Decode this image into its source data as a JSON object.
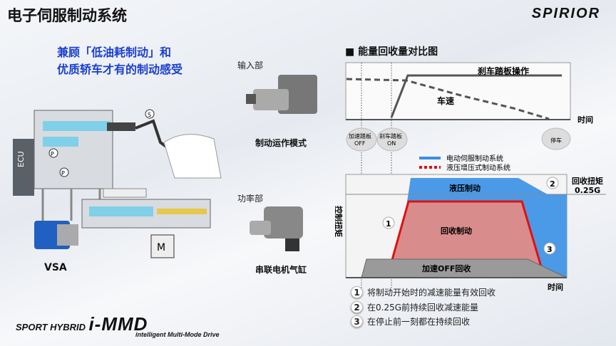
{
  "title": "电子伺服制动系统",
  "logo": "SPIRIOR",
  "subtitle": [
    "兼顾「低油耗制动」和",
    "优质轿车才有的制动感受"
  ],
  "left": {
    "ecu": "ECU",
    "vsa": "VSA",
    "motor": "M",
    "switch": "S",
    "p": "P"
  },
  "middle": {
    "input_label": "输入部",
    "input_caption": "制动运作模式",
    "power_label": "功率部",
    "power_caption": "串联电机气缸"
  },
  "brand": {
    "line1": "SPORT HYBRID",
    "line2": "i-MMD",
    "line3": "intelligent Multi-Mode Drive"
  },
  "chart_title": "能量回收量对比图",
  "top_chart": {
    "pedal": "刹车踏板操作",
    "speed": "车速",
    "time": "时间",
    "markers": [
      {
        "l1": "加速踏板",
        "l2": "OFF"
      },
      {
        "l1": "刹车踏板",
        "l2": "ON"
      },
      {
        "l1": "停车",
        "l2": ""
      }
    ]
  },
  "legend": [
    {
      "label": "电动伺服制动系统",
      "color": "#3a8ee6"
    },
    {
      "label": "液压增压式制动系统",
      "color": "#e01010"
    }
  ],
  "bottom_chart": {
    "ylabel": "控制扭矩",
    "time": "时间",
    "hydraulic": "液压制动",
    "regen": "回收制动",
    "accel_off": "加速OFF回收",
    "torque_label": "回收扭矩",
    "torque_value": "0.25G",
    "n1": "1",
    "n2": "2",
    "n3": "3"
  },
  "notes": [
    {
      "n": "1",
      "text": "将制动开始时的减速能量有效回收"
    },
    {
      "n": "2",
      "text": "在0.25G前持续回收减速能量"
    },
    {
      "n": "3",
      "text": "在停止前一刻都在持续回收"
    }
  ]
}
